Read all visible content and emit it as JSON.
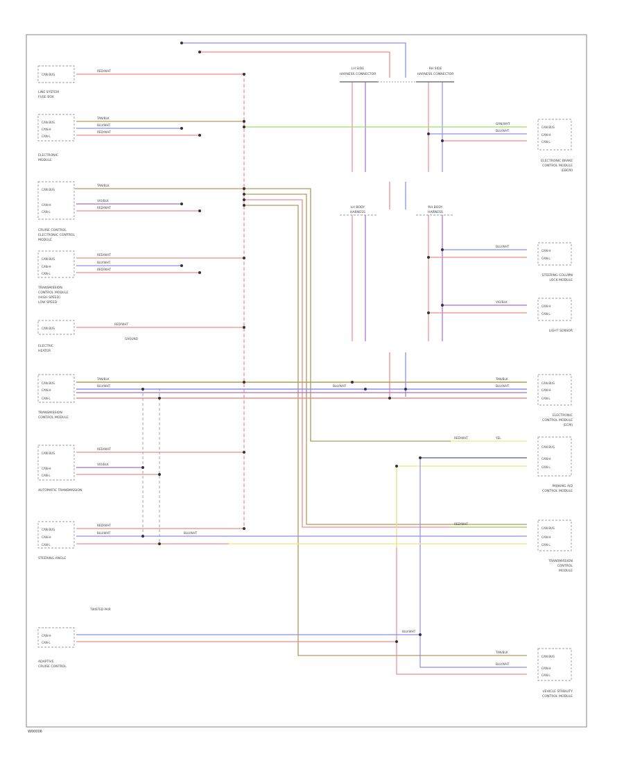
{
  "diagram": {
    "footer_code": "W00006",
    "wire_colors": {
      "red": "#f08a8a",
      "pink": "#f4b3b3",
      "blue": "#8c8cf0",
      "violet": "#a36ad6",
      "tan": "#b39a5a",
      "green": "#9be06a",
      "yellow": "#ecea7a",
      "grey": "#8c8c8c",
      "black": "#333333"
    },
    "left_components": [
      {
        "caption": "LINE SYSTEM",
        "caption2": "FUSE BOX"
      },
      {
        "caption": "ELECTRONIC",
        "caption2": "MODULE"
      },
      {
        "caption": "CRUISE CONTROL",
        "caption2": "ELECTRONIC CONTROL",
        "caption3": "MODULE"
      },
      {
        "caption": "TRANSMISSION",
        "caption2": "CONTROL MODULE",
        "caption3": "(HIGH SPEED)",
        "caption4": "LOW SPEED"
      },
      {
        "caption": "ELECTRIC",
        "caption2": "HEATER"
      },
      {
        "caption": "TRANSMISSION",
        "caption2": "CONTROL MODULE"
      },
      {
        "caption": "AUTOMATIC TRANSMISSION"
      },
      {
        "caption": "STEERING ANGLE"
      },
      {
        "caption": "ADAPTIVE",
        "caption2": "CRUISE CONTROL"
      }
    ],
    "right_components": [
      {
        "caption": "ELECTRONIC BRAKE",
        "caption2": "CONTROL MODULE",
        "caption3": "(EBCM)"
      },
      {
        "caption": "STEERING COLUMN",
        "caption2": "LOCK MODULE"
      },
      {
        "caption": "LIGHT SENSOR"
      },
      {
        "caption": "ELECTRONIC",
        "caption2": "CONTROL MODULE",
        "caption3": "(ECM)"
      },
      {
        "caption": "PARKING AID",
        "caption2": "CONTROL MODULE"
      },
      {
        "caption": "TRANSMISSION",
        "caption2": "CONTROL",
        "caption3": "MODULE"
      },
      {
        "caption": "VEHICLE STABILITY",
        "caption2": "CONTROL MODULE"
      }
    ],
    "connectors": [
      {
        "caption": "LH SIDE",
        "caption2": "HARNESS CONNECTOR"
      },
      {
        "caption": "RH SIDE",
        "caption2": "HARNESS CONNECTOR"
      },
      {
        "caption": "LH BODY",
        "caption2": "HARNESS"
      },
      {
        "caption": "RH BODY",
        "caption2": "HARNESS"
      }
    ],
    "pin_labels": {
      "hi": "CAN-H",
      "lo": "CAN-L",
      "bus": "CAN BUS",
      "gnd": "GROUND",
      "twisted": "TWISTED PAIR",
      "red": "RED/WHT",
      "vio": "VIO/BLK",
      "blu": "BLU/WHT",
      "tan": "TAN/BLK",
      "grn": "GRN/WHT",
      "yel": "YEL"
    }
  }
}
